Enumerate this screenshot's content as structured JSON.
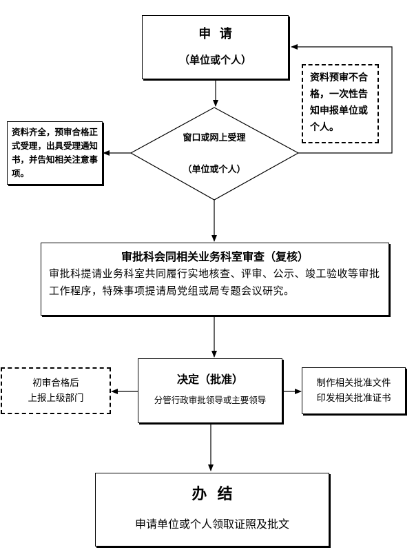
{
  "apply": {
    "title": "申  请",
    "subtitle": "（单位或个人）"
  },
  "precheck_fail": {
    "text": "资料预审不合格，一次性告知申报单位或个人。"
  },
  "accept": {
    "title": "窗口或网上受理",
    "subtitle": "（单位或个人）"
  },
  "accepted_note": {
    "text": "资料齐全，预审合格正式受理，出具受理通知书，并告知相关注意事项。"
  },
  "review": {
    "title": "审批科会同相关业务科室审查（复核）",
    "body": "审批科提请业务科室共同履行实地核查、评审、公示、竣工验收等审批工作程序，特殊事项提请局党组或局专题会议研究。"
  },
  "decision": {
    "title": "决定（批准）",
    "subtitle": "分管行政审批领导或主要领导"
  },
  "report_upper": {
    "line1": "初审合格后",
    "line2": "上报上级部门"
  },
  "issue_docs": {
    "line1": "制作相关批准文件",
    "line2": "印发相关批准证书"
  },
  "finish": {
    "title": "办  结",
    "subtitle": "申请单位或个人领取证照及批文"
  }
}
